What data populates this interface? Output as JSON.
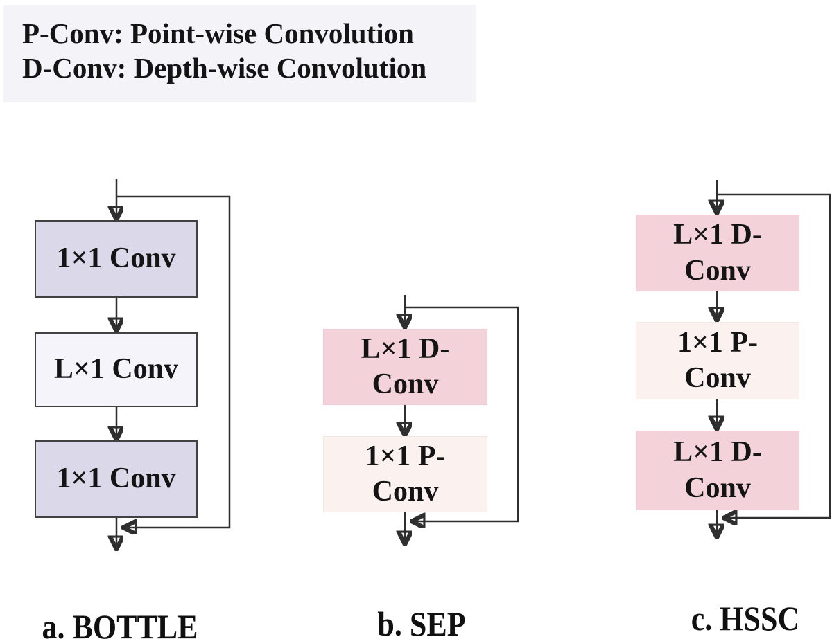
{
  "legend": {
    "lines": [
      "P-Conv: Point-wise Convolution",
      "D-Conv: Depth-wise Convolution"
    ]
  },
  "colors": {
    "standard_conv_fill": "#dbd8ea",
    "light_conv_fill": "#f5f4fa",
    "depthwise_conv_fill": "#f3d3d9",
    "pointwise_conv_fill": "#fbf2f0",
    "legend_background": "#f4f3f8",
    "wire": "#2f2f2f",
    "text": "#141414"
  },
  "diagrams": [
    {
      "caption": "a. BOTTLE",
      "blocks": [
        {
          "label": "1×1 Conv"
        },
        {
          "label": "L×1 Conv"
        },
        {
          "label": "1×1 Conv"
        }
      ]
    },
    {
      "caption": "b. SEP",
      "blocks": [
        {
          "label": "L×1 D-\nConv"
        },
        {
          "label": "1×1 P-\nConv"
        }
      ]
    },
    {
      "caption": "c. HSSC",
      "blocks": [
        {
          "label": "L×1 D-\nConv"
        },
        {
          "label": "1×1 P-\nConv"
        },
        {
          "label": "L×1 D-\nConv"
        }
      ]
    }
  ]
}
